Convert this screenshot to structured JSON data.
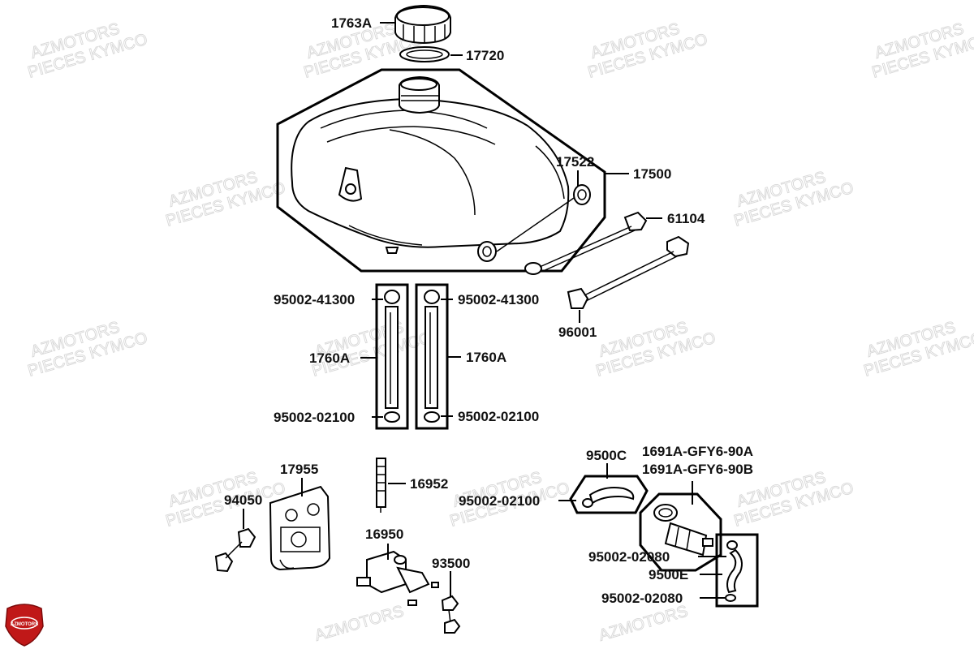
{
  "watermark": {
    "line1": "AZMOTORS",
    "line2": "PIECES KYMCO"
  },
  "logo": {
    "text": "AZMOTORS",
    "color": "#c01818"
  },
  "colors": {
    "ink": "#000000",
    "watermark": "#d7d7d7"
  },
  "parts": {
    "p1763a": "1763A",
    "p17720": "17720",
    "p17522": "17522",
    "p17500": "17500",
    "p61104": "61104",
    "p95002_41300_l": "95002-41300",
    "p95002_41300_r": "95002-41300",
    "p96001": "96001",
    "p1760a_l": "1760A",
    "p1760a_r": "1760A",
    "p95002_02100_l": "95002-02100",
    "p95002_02100_r": "95002-02100",
    "p17955": "17955",
    "p94050": "94050",
    "p16952": "16952",
    "p16950": "16950",
    "p93500": "93500",
    "p9500c": "9500C",
    "p95002_02100_c": "95002-02100",
    "p1691a_a": "1691A-GFY6-90A",
    "p1691a_b": "1691A-GFY6-90B",
    "p95002_02080_a": "95002-02080",
    "p9500e": "9500E",
    "p95002_02080_b": "95002-02080"
  }
}
